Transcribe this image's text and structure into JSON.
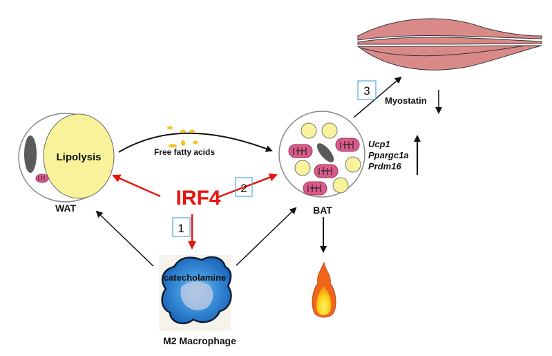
{
  "diagram": {
    "colors": {
      "irf4": "#e8140f",
      "fat_droplet": "#f8f29a",
      "mitochondria": "#d95b8a",
      "muscle": "#d98a88",
      "macrophage": "#2f86d4",
      "box_border": "#4fa8e0"
    },
    "nodes": {
      "wat": {
        "label": "WAT",
        "inner_label": "Lipolysis"
      },
      "bat": {
        "label": "BAT"
      },
      "irf4": {
        "label": "IRF4"
      },
      "macrophage": {
        "label": "M2 Macrophage",
        "inner_label": "catecholamine"
      },
      "muscle": {
        "label": ""
      },
      "fire": {
        "label": ""
      }
    },
    "edges": {
      "ffa": {
        "label": "Free fatty acids"
      }
    },
    "genes": [
      "Ucp1",
      "Ppargc1a",
      "Prdm16"
    ],
    "gene_direction": "up",
    "myostatin": {
      "label": "Myostatin",
      "direction": "down"
    },
    "step_boxes": [
      "1",
      "2",
      "3"
    ]
  }
}
